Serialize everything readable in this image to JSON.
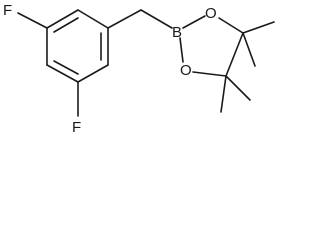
{
  "molecule": {
    "atoms": {
      "fluorine_top": "F",
      "fluorine_bottom": "F",
      "boron": "B",
      "oxygen_top": "O",
      "oxygen_bottom": "O"
    }
  }
}
